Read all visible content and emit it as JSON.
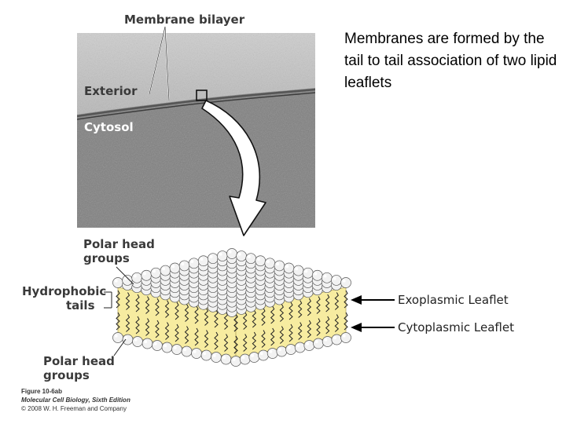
{
  "labels": {
    "membrane_bilayer": "Membrane bilayer",
    "exterior": "Exterior",
    "cytosol": "Cytosol",
    "polar_head_top_1": "Polar head",
    "polar_head_top_2": "groups",
    "hydrophobic_1": "Hydrophobic",
    "hydrophobic_2": "tails",
    "polar_head_bottom_1": "Polar head",
    "polar_head_bottom_2": "groups"
  },
  "title": "Membranes are formed by the tail to tail association of two lipid leaflets",
  "leaflets": {
    "exoplasmic": "Exoplasmic Leaflet",
    "cytoplasmic": "Cytoplasmic Leaflet"
  },
  "caption": {
    "figure": "Figure 10-6ab",
    "book": "Molecular Cell Biology, Sixth Edition",
    "copyright": "© 2008 W. H. Freeman and Company"
  },
  "colors": {
    "tail_fill": "#f7eca0",
    "head_fill": "#f2f2f2",
    "micrograph_bg": "#8c8c8c"
  }
}
